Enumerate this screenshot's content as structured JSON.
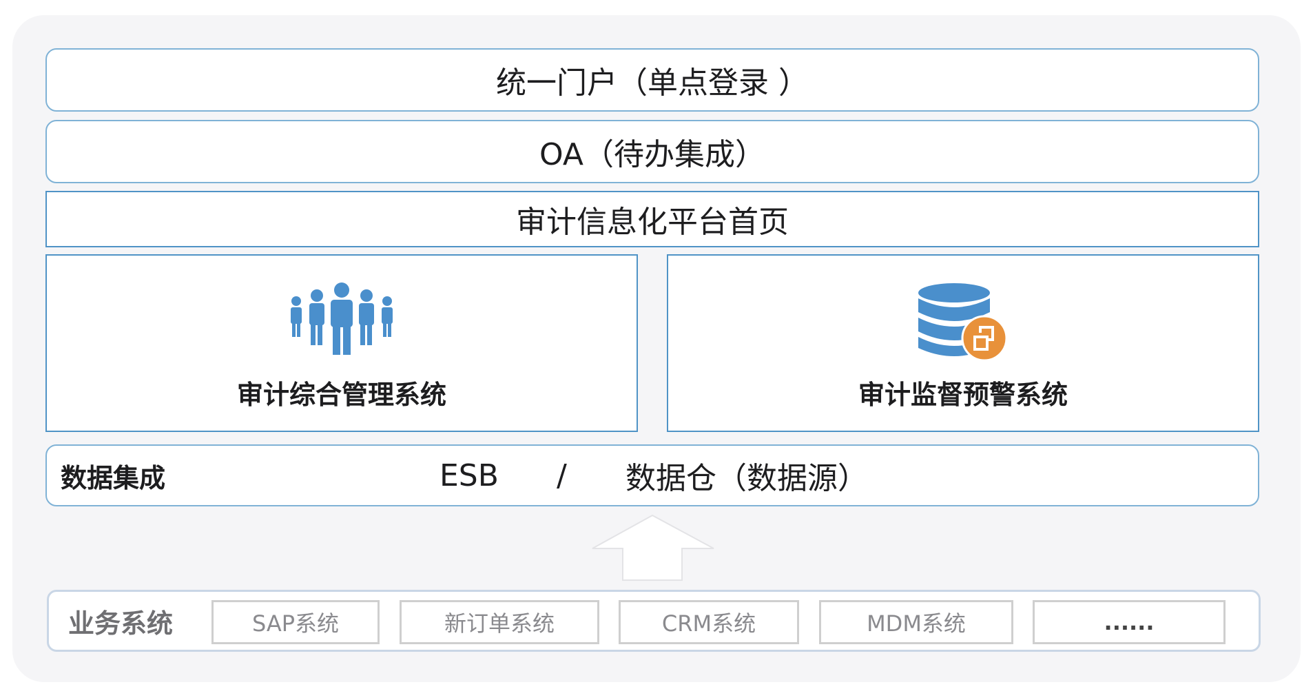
{
  "layers": {
    "portal": "统一门户（单点登录 ）",
    "oa": "OA（待办集成）",
    "homepage": "审计信息化平台首页"
  },
  "systems": {
    "management": {
      "title": "审计综合管理系统",
      "icon": "people-group-icon"
    },
    "warning": {
      "title": "审计监督预警系统",
      "icon": "database-copy-icon"
    }
  },
  "data_integration": {
    "title": "数据集成",
    "esb": "ESB",
    "separator": "/",
    "warehouse": "数据仓（数据源）"
  },
  "business": {
    "title": "业务系统",
    "items": [
      "SAP系统",
      "新订单系统",
      "CRM系统",
      "MDM系统",
      "......"
    ]
  },
  "colors": {
    "accent_blue": "#4a8fcc",
    "orange": "#e8913a",
    "border_blue": "#7fb2d6"
  }
}
